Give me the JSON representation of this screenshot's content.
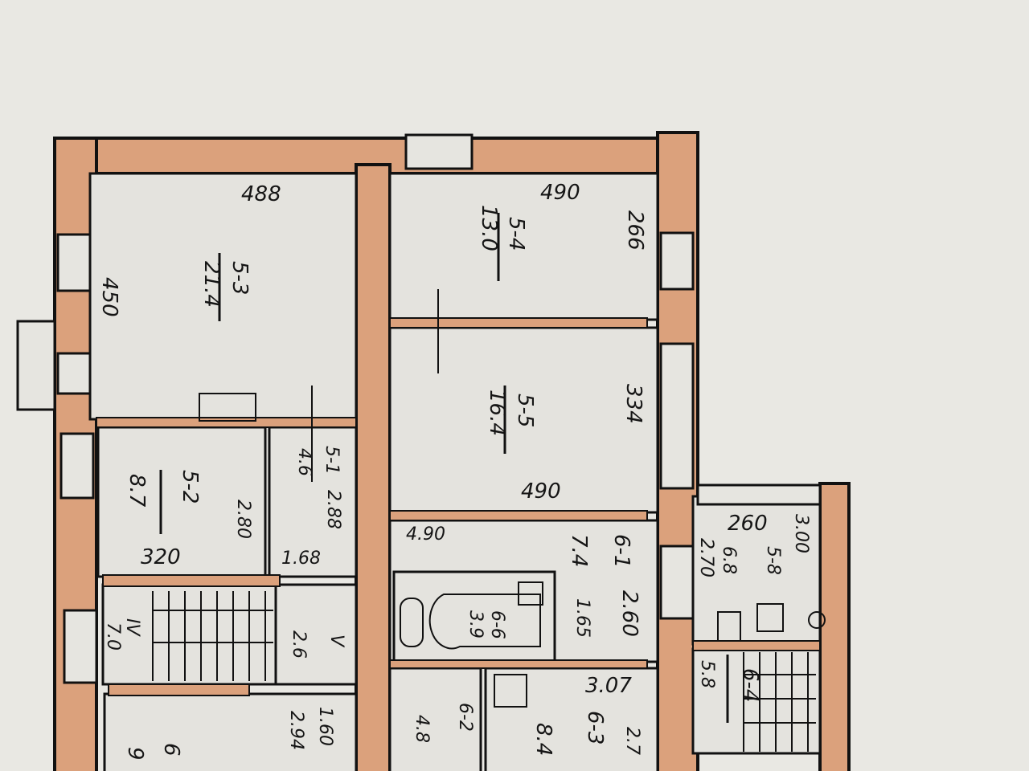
{
  "plan": {
    "colors": {
      "wall_fill": "#dba17c",
      "line": "#111111",
      "paper": "#e9e8e3"
    },
    "rooms": [
      {
        "id": "5-3",
        "area": "21.4",
        "dims": [
          "488",
          "450"
        ]
      },
      {
        "id": "5-4",
        "area": "13.0",
        "dims": [
          "490",
          "266"
        ]
      },
      {
        "id": "5-5",
        "area": "16.4",
        "dims": [
          "334",
          "490"
        ]
      },
      {
        "id": "5-1",
        "area": "4.6",
        "dims": [
          "2.88",
          "1.68"
        ]
      },
      {
        "id": "5-2",
        "area": "8.7",
        "dims": [
          "320",
          "2.80"
        ]
      },
      {
        "id": "IV",
        "area": "7.0"
      },
      {
        "id": "V",
        "area": "2.6",
        "dims": [
          "2.94",
          "1.60"
        ]
      },
      {
        "id": "6-1",
        "area": "7.4",
        "dims": [
          "4.90",
          "1.65",
          "2.60"
        ]
      },
      {
        "id": "6-6",
        "area": "3.9"
      },
      {
        "id": "6-2",
        "area": "4.8"
      },
      {
        "id": "6-3",
        "area": "8.4",
        "dims": [
          "3.07",
          "2.7"
        ]
      },
      {
        "id": "5-8",
        "area": "6.8",
        "dims": [
          "260",
          "3.00",
          "2.70"
        ]
      },
      {
        "id": "6-4",
        "area": "5.8"
      },
      {
        "id": "6",
        "area": "9"
      }
    ]
  }
}
